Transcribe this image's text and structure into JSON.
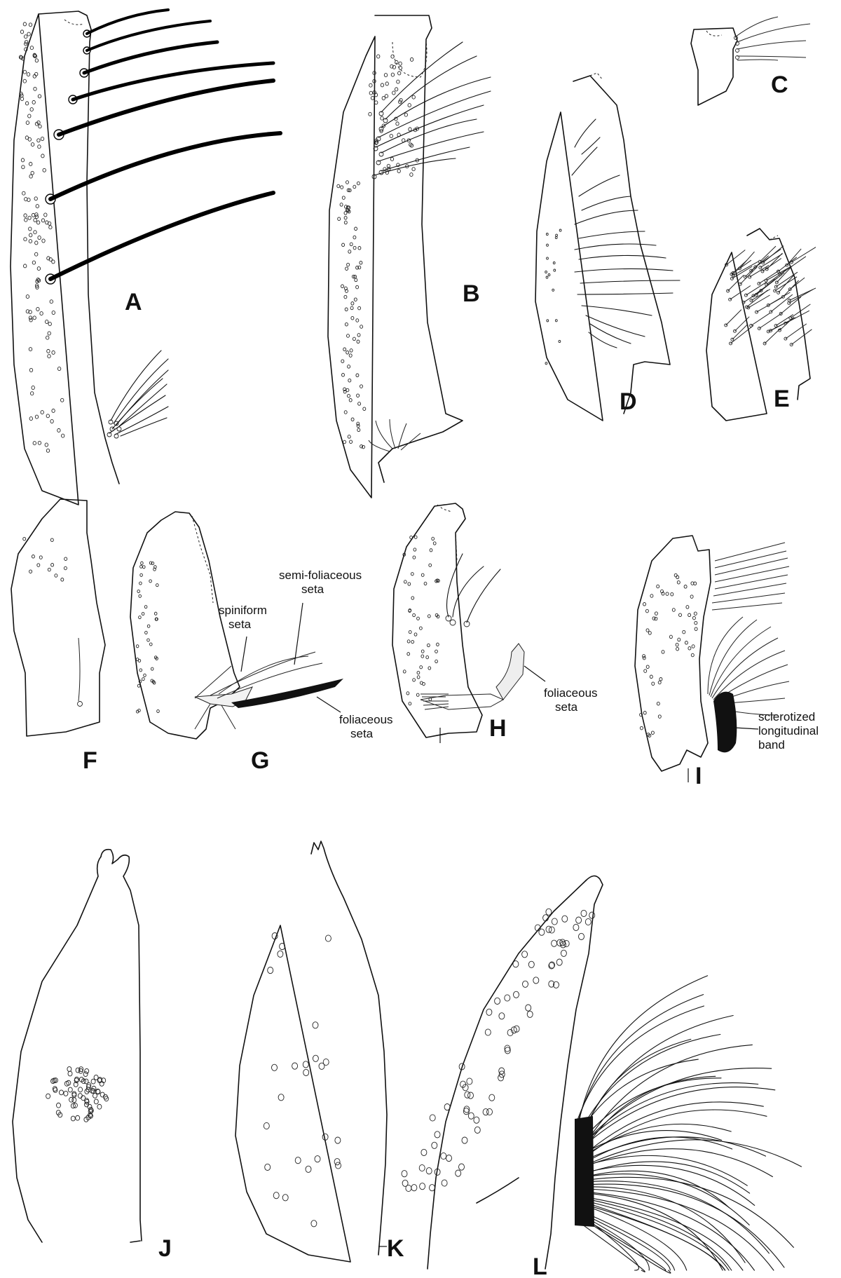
{
  "panels": [
    {
      "id": "A",
      "label": "A"
    },
    {
      "id": "B",
      "label": "B"
    },
    {
      "id": "C",
      "label": "C"
    },
    {
      "id": "D",
      "label": "D"
    },
    {
      "id": "E",
      "label": "E"
    },
    {
      "id": "F",
      "label": "F"
    },
    {
      "id": "G",
      "label": "G"
    },
    {
      "id": "H",
      "label": "H"
    },
    {
      "id": "I",
      "label": "I"
    },
    {
      "id": "J",
      "label": "J"
    },
    {
      "id": "K",
      "label": "K"
    },
    {
      "id": "L",
      "label": "L"
    }
  ],
  "annotations": {
    "g_spiniform": [
      "spiniform",
      "seta"
    ],
    "g_semifoliaceous": [
      "semi-foliaceous",
      "seta"
    ],
    "g_foliaceous": [
      "foliaceous",
      "seta"
    ],
    "h_foliaceous": [
      "foliaceous",
      "seta"
    ],
    "i_band": [
      "sclerotized",
      "longitudinal",
      "band"
    ]
  }
}
